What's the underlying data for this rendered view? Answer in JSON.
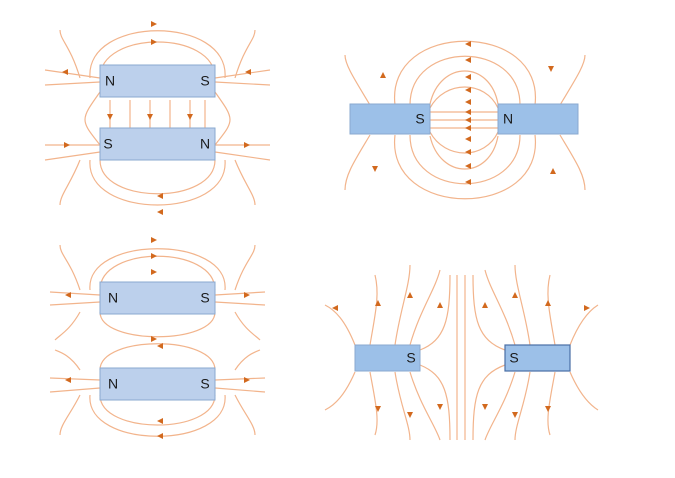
{
  "colors": {
    "field_line": "#f2b48c",
    "arrow": "#d2691e",
    "magnet_fill_light": "#bcd0ec",
    "magnet_fill_dark": "#9cc0e8",
    "magnet_border": "#8aa9cf",
    "magnet_border_dark": "#4a6fa5"
  },
  "panels": [
    {
      "id": "attract-stacked",
      "magnets": [
        {
          "left_label": "N",
          "right_label": "S"
        },
        {
          "left_label": "S",
          "right_label": "N"
        }
      ]
    },
    {
      "id": "attract-inline",
      "magnets": [
        {
          "left_label": "",
          "right_label": "S"
        },
        {
          "left_label": "N",
          "right_label": ""
        }
      ]
    },
    {
      "id": "repel-stacked",
      "magnets": [
        {
          "left_label": "N",
          "right_label": "S"
        },
        {
          "left_label": "N",
          "right_label": "S"
        }
      ]
    },
    {
      "id": "repel-inline",
      "magnets": [
        {
          "left_label": "",
          "right_label": "S"
        },
        {
          "left_label": "S",
          "right_label": ""
        }
      ]
    }
  ]
}
